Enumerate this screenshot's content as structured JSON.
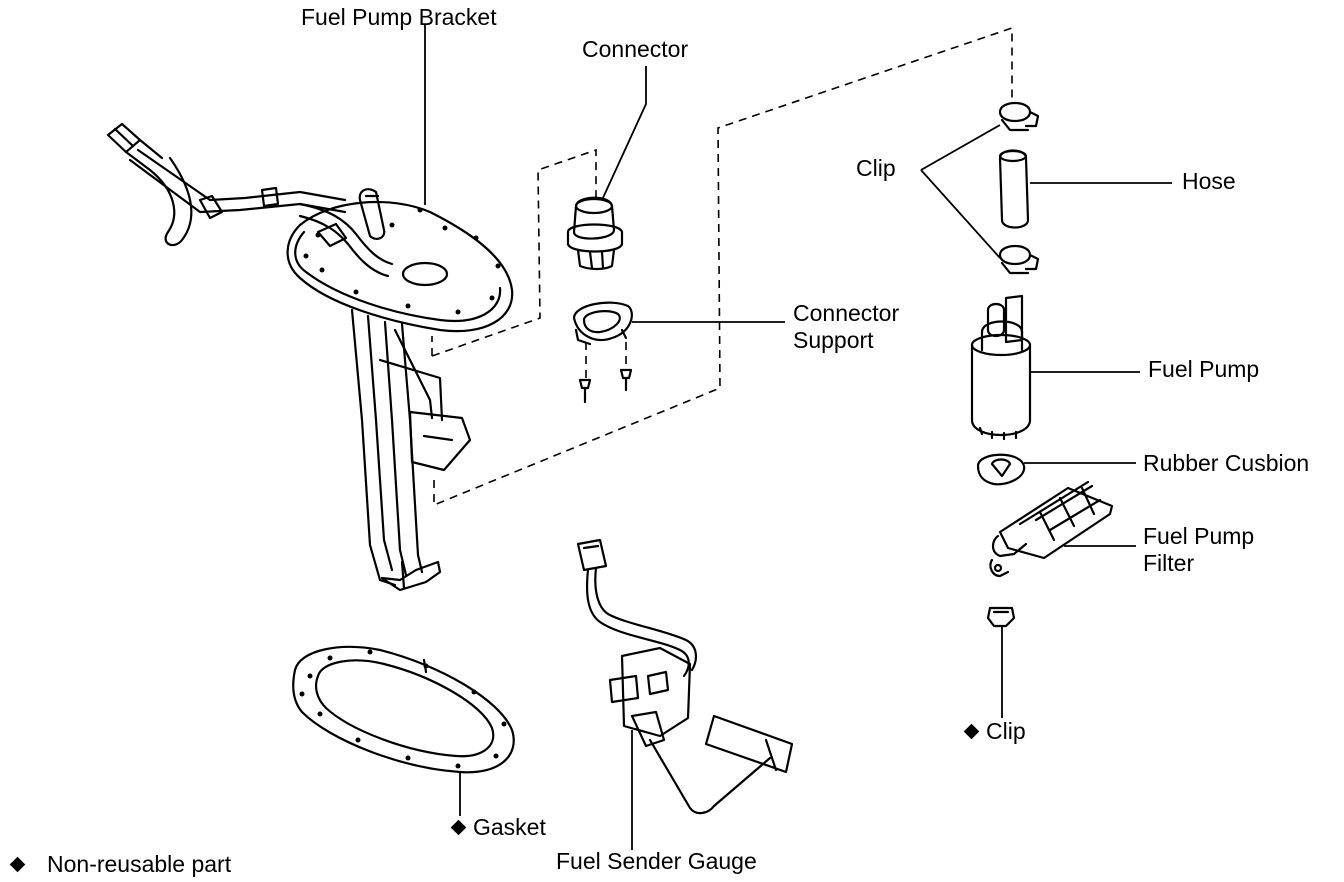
{
  "labels": {
    "fuel_pump_bracket": "Fuel Pump Bracket",
    "connector": "Connector",
    "connector_support_1": "Connector",
    "connector_support_2": "Support",
    "clip_top": "Clip",
    "hose": "Hose",
    "fuel_pump": "Fuel Pump",
    "rubber_cushion": "Rubber Cusbion",
    "fuel_pump_filter_1": "Fuel Pump",
    "fuel_pump_filter_2": "Filter",
    "clip_bottom": "Clip",
    "gasket": "Gasket",
    "fuel_sender_gauge": "Fuel Sender Gauge",
    "legend_text": "Non-reusable part"
  },
  "icons": {
    "non_reusable_marker": "diamond-icon"
  },
  "colors": {
    "ink": "#000000",
    "paper": "#ffffff"
  }
}
